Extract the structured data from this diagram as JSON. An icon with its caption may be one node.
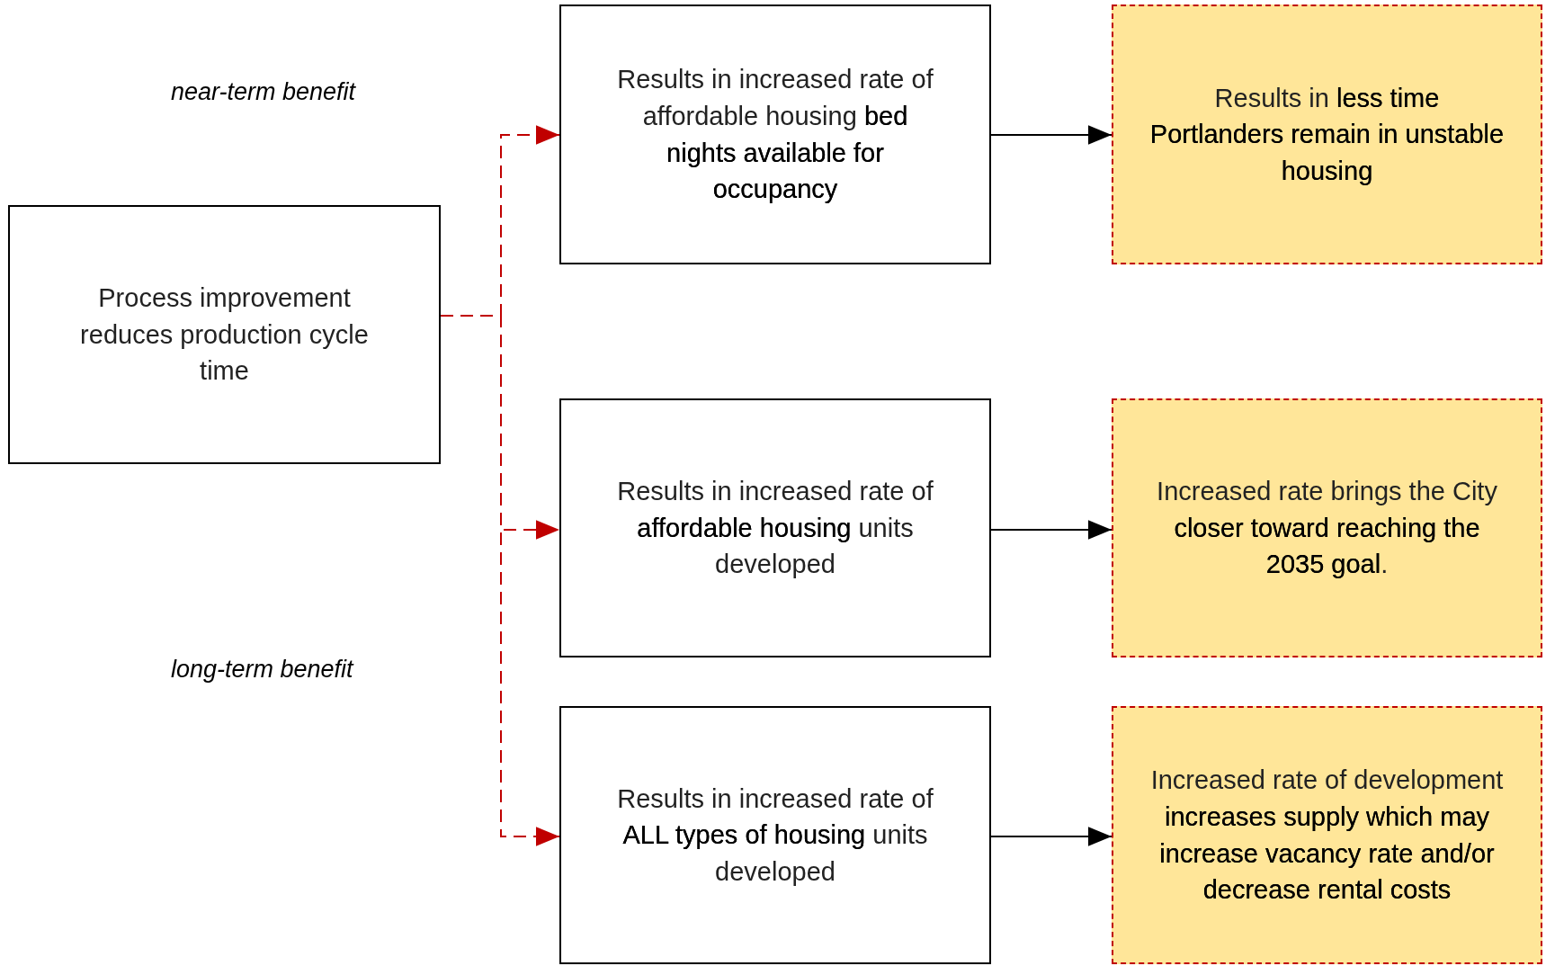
{
  "diagram": {
    "nodes": [
      {
        "text": [
          "Process improvement reduces production cycle time"
        ]
      },
      {
        "text": [
          "Results in increased rate of affordable housing **bed nights available for occupancy**"
        ]
      },
      {
        "text": [
          "Results in **less time Portlanders remain in unstable housing**"
        ]
      },
      {
        "text": [
          "Results in increased rate of **affordable housing** units developed"
        ]
      },
      {
        "text": [
          "Increased rate brings the City **closer toward reaching the 2035 goal**."
        ]
      },
      {
        "text": [
          "Results in increased rate of **ALL types of housing** units developed"
        ]
      },
      {
        "text": [
          "Increased rate of development **increases supply which may increase vacancy rate and/or decrease rental costs**"
        ]
      }
    ],
    "edges": [
      {
        "from": 0,
        "to": 1,
        "arrow": "to",
        "style": "dashed",
        "color": "#c00000"
      },
      {
        "from": 0,
        "to": 3,
        "arrow": "to",
        "style": "dashed",
        "color": "#c00000"
      },
      {
        "from": 0,
        "to": 5,
        "arrow": "to",
        "style": "dashed",
        "color": "#c00000"
      },
      {
        "from": 1,
        "to": 2,
        "arrow": "to",
        "color": "#000000"
      },
      {
        "from": 3,
        "to": 4,
        "arrow": "to",
        "color": "#000000"
      },
      {
        "from": 5,
        "to": 6,
        "arrow": "to",
        "color": "#000000"
      }
    ],
    "labels": [
      "near-term benefit",
      "long-term benefit"
    ]
  }
}
